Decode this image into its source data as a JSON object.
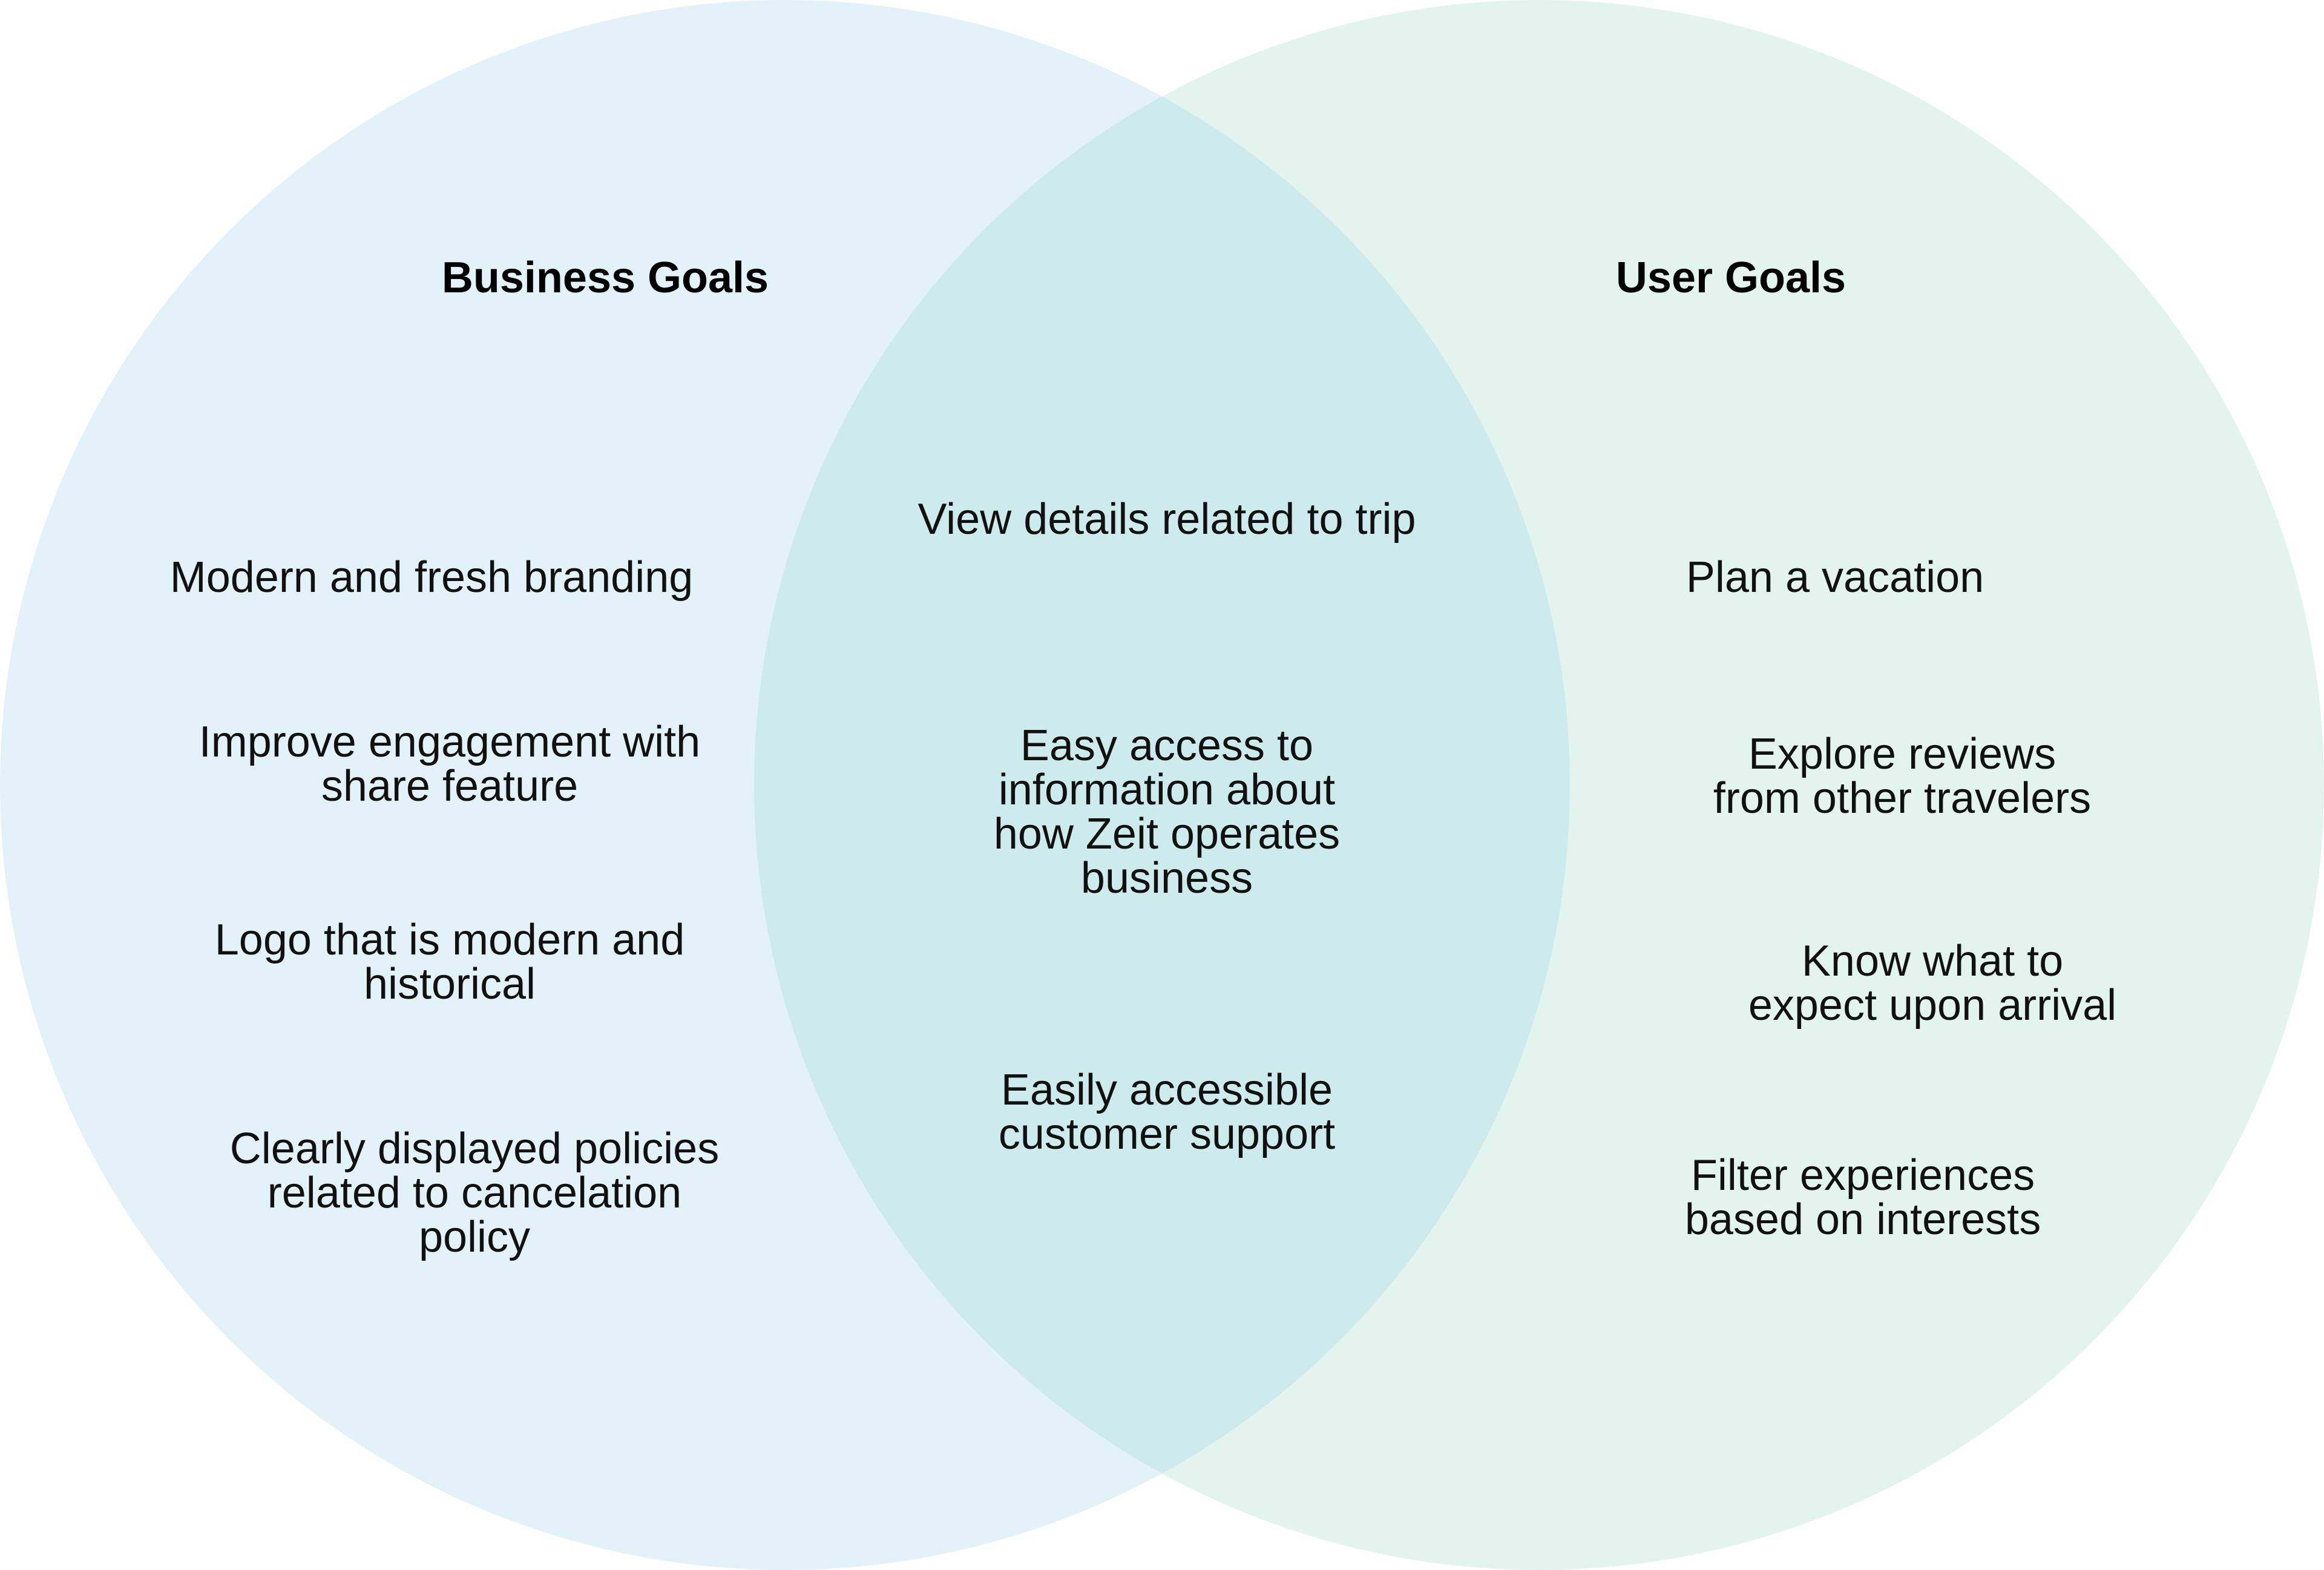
{
  "colors": {
    "business_circle": "#e3f1f9",
    "user_circle": "#e3f4ef",
    "overlap": "#cdeaed"
  },
  "business_goals": {
    "heading": "Business Goals",
    "items": [
      "Modern and fresh branding",
      "Improve engagement with\nshare feature",
      "Logo that is modern and\nhistorical",
      "Clearly displayed policies\nrelated to cancelation\npolicy"
    ]
  },
  "shared_goals": {
    "items": [
      "View details related to trip",
      "Easy access to\ninformation about\nhow Zeit operates\nbusiness",
      "Easily accessible\ncustomer support"
    ]
  },
  "user_goals": {
    "heading": "User Goals",
    "items": [
      "Plan a vacation",
      "Explore reviews\nfrom other travelers",
      "Know what to\nexpect upon arrival",
      "Filter experiences\nbased on interests"
    ]
  }
}
